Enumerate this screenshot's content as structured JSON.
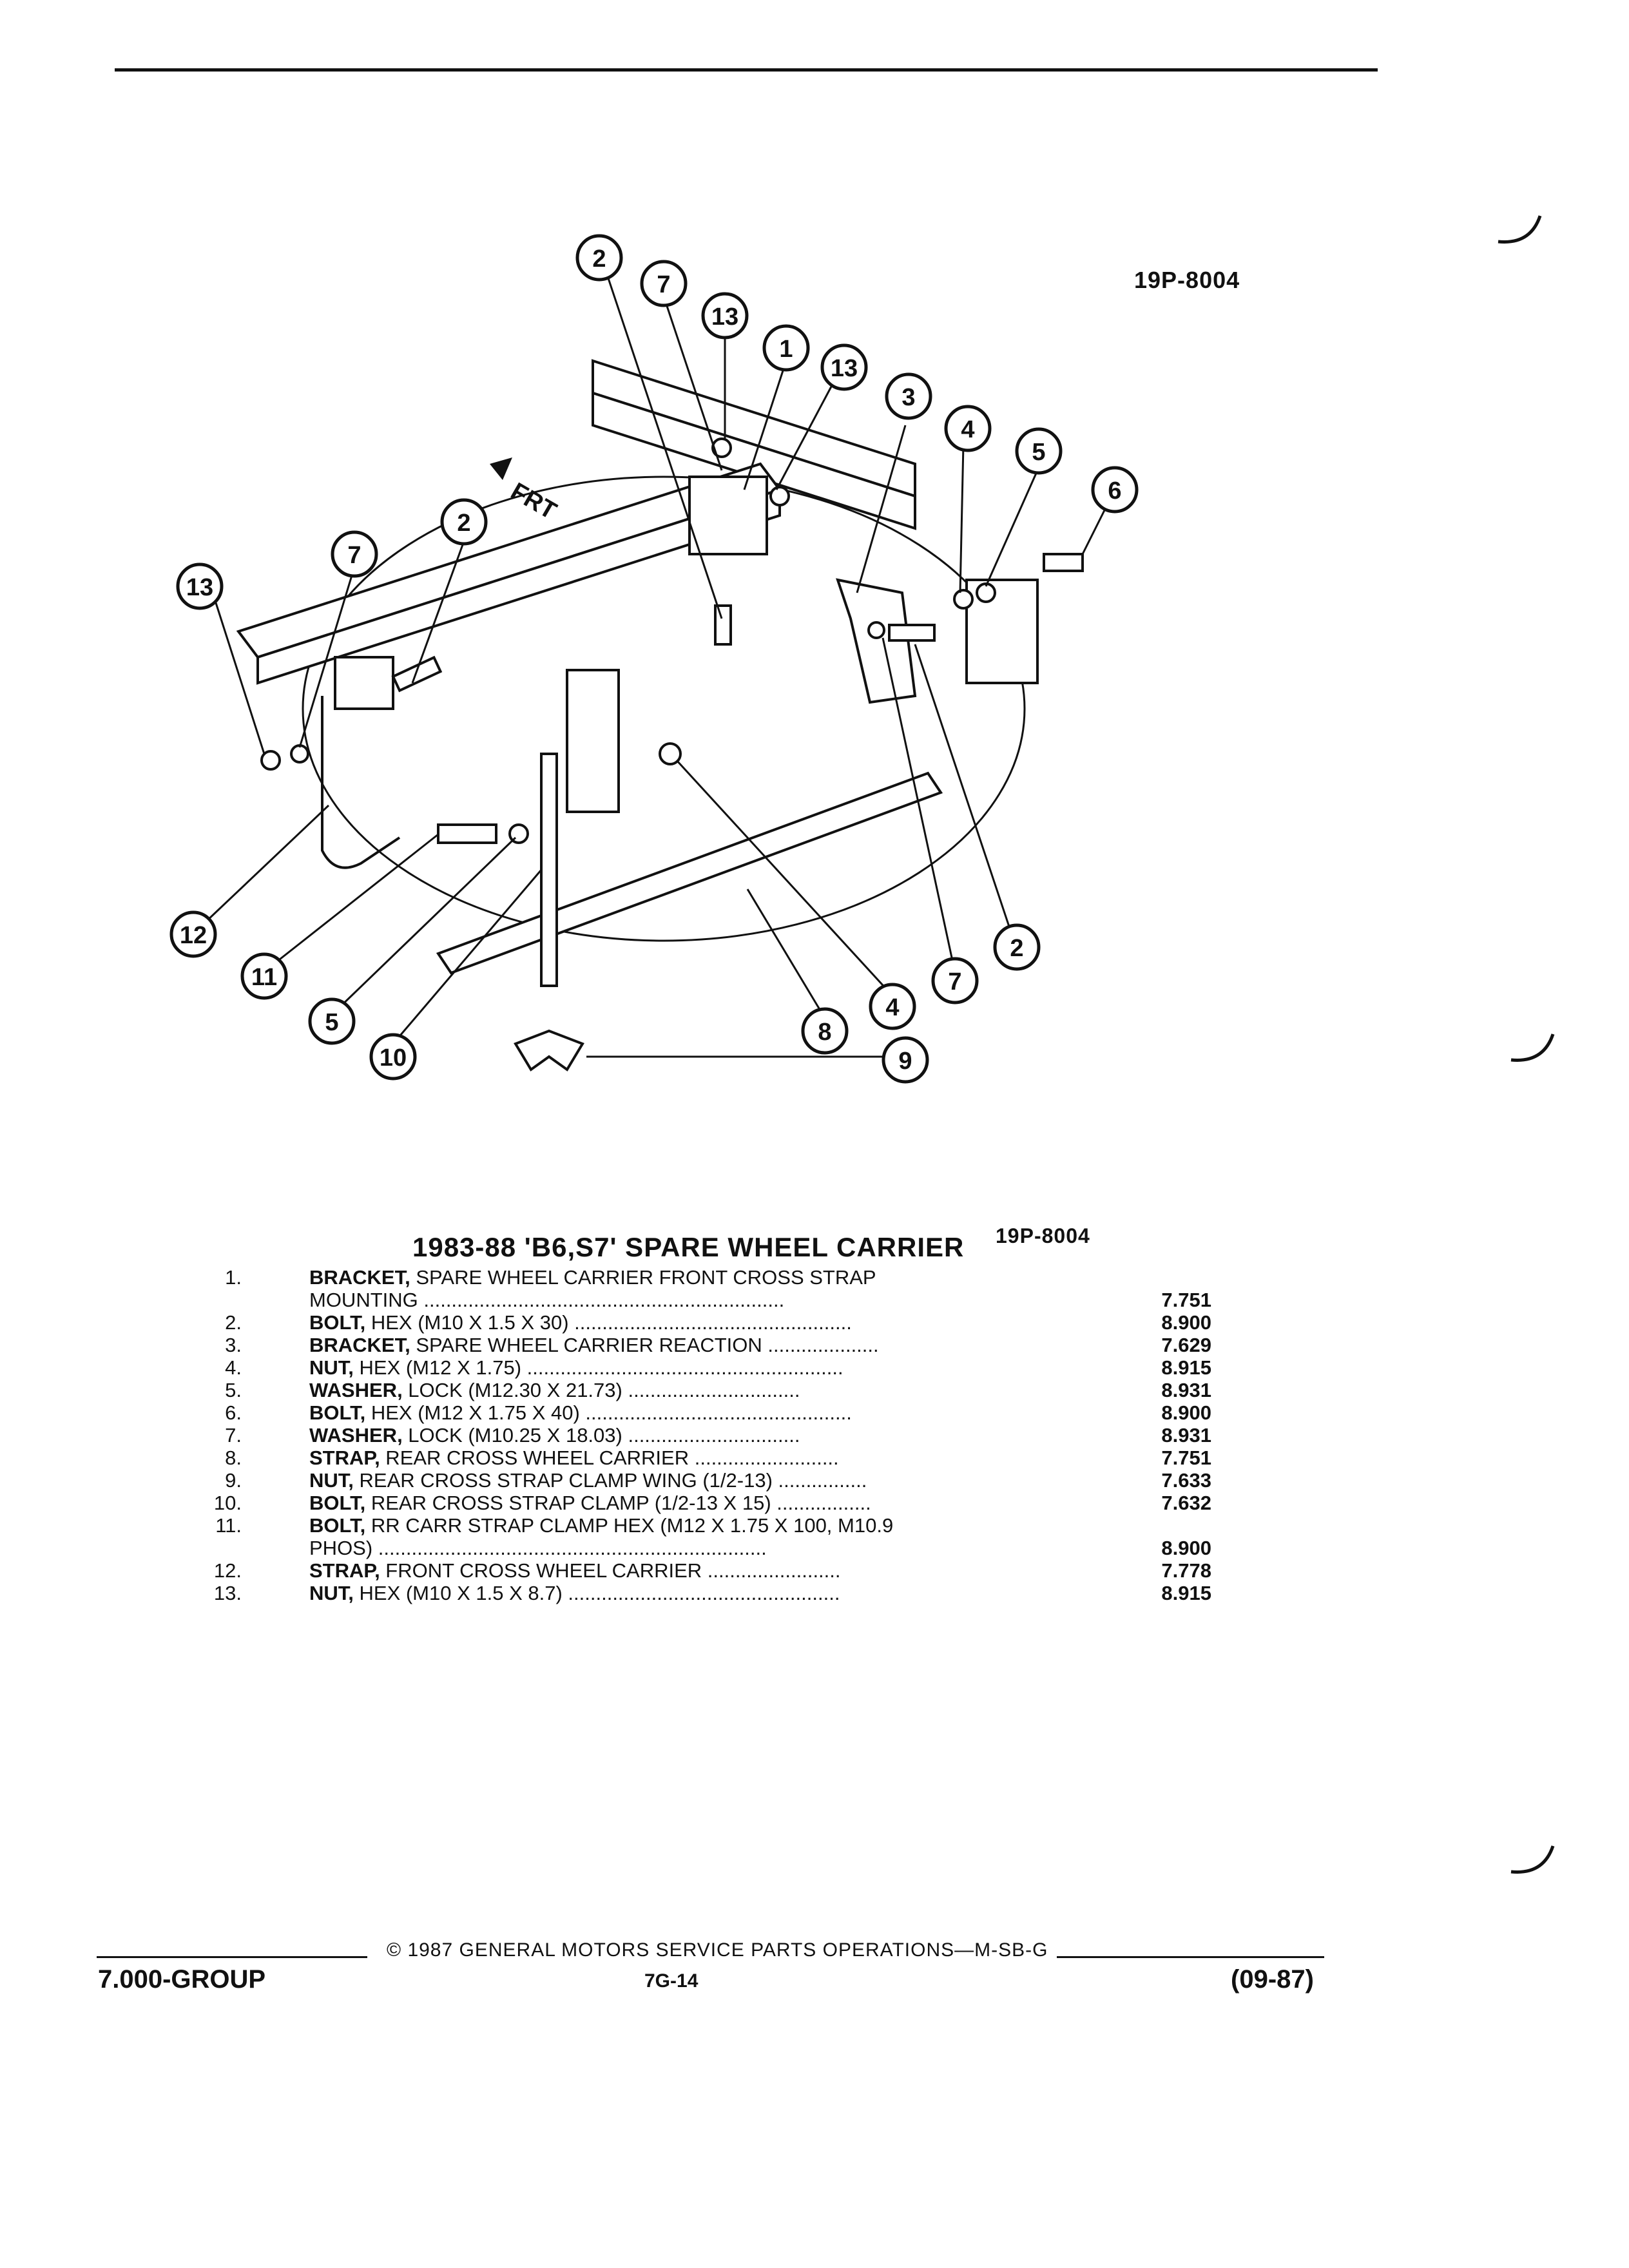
{
  "header": {
    "ref_code_top": "19P-8004",
    "ref_code_bottom": "19P-8004",
    "front_marker": "FRT"
  },
  "diagram": {
    "callouts": [
      "1",
      "2",
      "3",
      "4",
      "5",
      "6",
      "7",
      "8",
      "9",
      "10",
      "11",
      "12",
      "13"
    ],
    "shows": "spare wheel carrier assembly with front and rear cross straps"
  },
  "catalog": {
    "title": "1983-88 'B6,S7' SPARE WHEEL CARRIER",
    "items": [
      {
        "num": "1.",
        "name": "BRACKET,",
        "desc": " SPARE WHEEL CARRIER FRONT CROSS STRAP",
        "desc2": "MOUNTING .................................................................",
        "group": "7.751"
      },
      {
        "num": "2.",
        "name": "BOLT,",
        "desc": " HEX (M10 X 1.5 X 30) ..................................................",
        "group": "8.900"
      },
      {
        "num": "3.",
        "name": "BRACKET,",
        "desc": " SPARE WHEEL CARRIER REACTION ....................",
        "group": "7.629"
      },
      {
        "num": "4.",
        "name": "NUT,",
        "desc": " HEX (M12 X 1.75) .........................................................",
        "group": "8.915"
      },
      {
        "num": "5.",
        "name": "WASHER,",
        "desc": " LOCK (M12.30 X 21.73) ...............................",
        "group": "8.931"
      },
      {
        "num": "6.",
        "name": "BOLT,",
        "desc": " HEX (M12 X 1.75 X 40) ................................................",
        "group": "8.900"
      },
      {
        "num": "7.",
        "name": "WASHER,",
        "desc": " LOCK (M10.25 X 18.03) ...............................",
        "group": "8.931"
      },
      {
        "num": "8.",
        "name": "STRAP,",
        "desc": " REAR CROSS WHEEL CARRIER ..........................",
        "group": "7.751"
      },
      {
        "num": "9.",
        "name": "NUT,",
        "desc": " REAR CROSS STRAP CLAMP WING (1/2-13) ................",
        "group": "7.633"
      },
      {
        "num": "10.",
        "name": "BOLT,",
        "desc": " REAR CROSS STRAP CLAMP (1/2-13 X 15) .................",
        "group": "7.632"
      },
      {
        "num": "11.",
        "name": "BOLT,",
        "desc": " RR CARR STRAP CLAMP HEX (M12 X 1.75 X 100, M10.9",
        "desc2": "PHOS) ......................................................................",
        "group": "8.900"
      },
      {
        "num": "12.",
        "name": "STRAP,",
        "desc": " FRONT CROSS WHEEL CARRIER ........................",
        "group": "7.778"
      },
      {
        "num": "13.",
        "name": "NUT,",
        "desc": " HEX (M10 X 1.5 X 8.7) .................................................",
        "group": "8.915"
      }
    ]
  },
  "footer": {
    "copyright": "© 1987 GENERAL MOTORS SERVICE PARTS OPERATIONS—M-SB-G",
    "group": "7.000-GROUP",
    "page": "7G-14",
    "date": "(09-87)"
  }
}
